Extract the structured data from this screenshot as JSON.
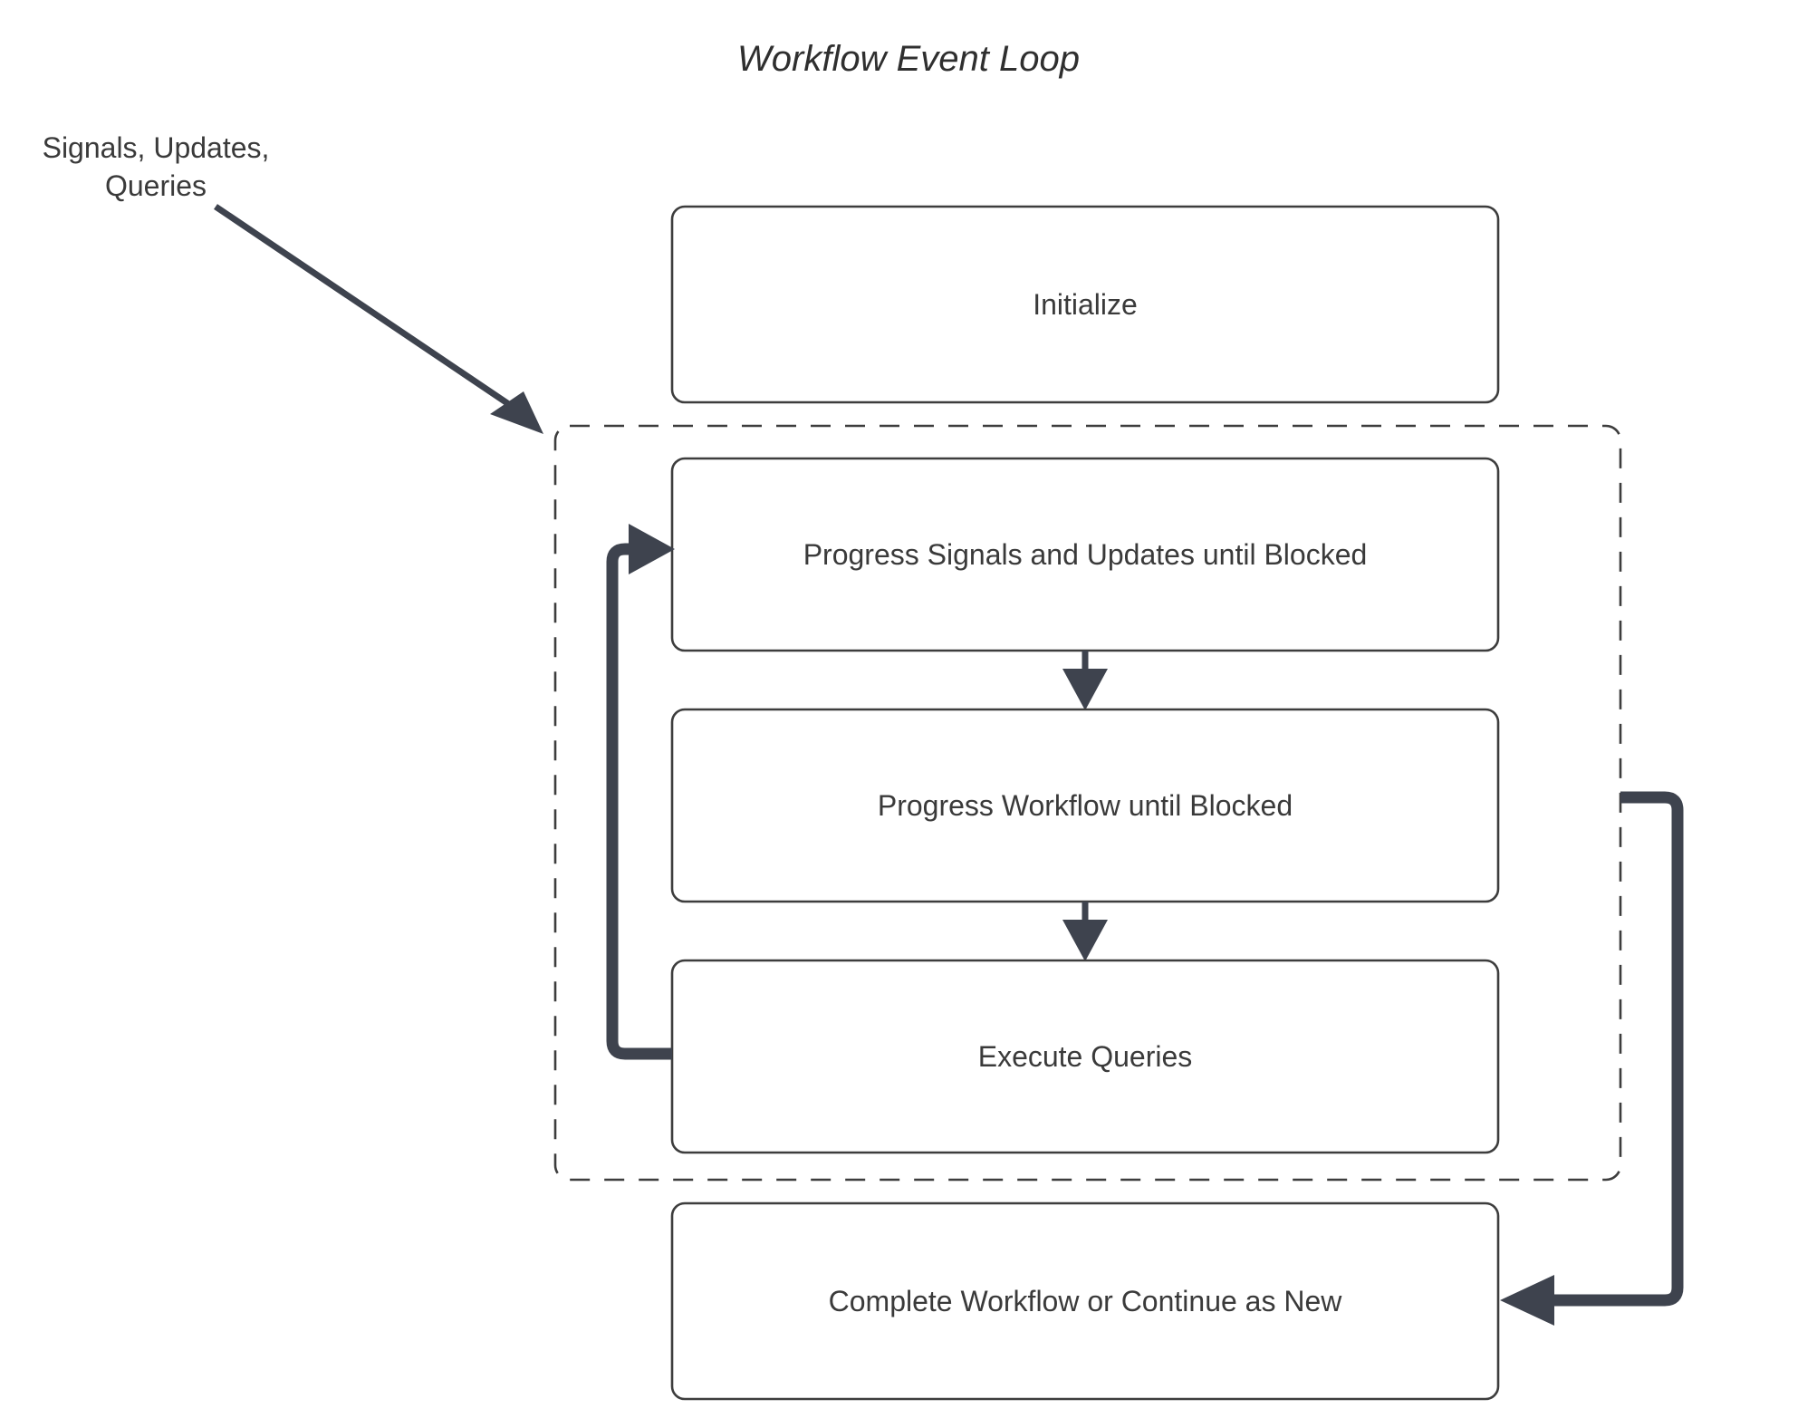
{
  "diagram": {
    "title": "Workflow Event Loop",
    "type": "flowchart",
    "background_color": "#ffffff",
    "node_border_color": "#3d3d3d",
    "node_fill_color": "#ffffff",
    "arrow_color": "#3e434e",
    "text_color": "#3a3a3a",
    "external_label": {
      "name": "signals-updates-queries-label",
      "line1": "Signals, Updates,",
      "line2": "Queries"
    },
    "loop_group": {
      "name": "event-loop-group",
      "style": "dashed"
    },
    "nodes": [
      {
        "id": "initialize",
        "label": "Initialize"
      },
      {
        "id": "progress-signals",
        "label": "Progress Signals and Updates until Blocked"
      },
      {
        "id": "progress-workflow",
        "label": "Progress Workflow until Blocked"
      },
      {
        "id": "execute-queries",
        "label": "Execute Queries"
      },
      {
        "id": "complete-workflow",
        "label": "Complete Workflow or Continue as New"
      }
    ],
    "edges": [
      {
        "from": "signals-updates-queries-label",
        "to": "event-loop-group",
        "style": "thin-arrow"
      },
      {
        "from": "progress-signals",
        "to": "progress-workflow",
        "style": "down-arrow"
      },
      {
        "from": "progress-workflow",
        "to": "execute-queries",
        "style": "down-arrow"
      },
      {
        "from": "execute-queries",
        "to": "progress-signals",
        "style": "loop-back-left"
      },
      {
        "from": "event-loop-group",
        "to": "complete-workflow",
        "style": "loop-exit-right"
      }
    ]
  }
}
